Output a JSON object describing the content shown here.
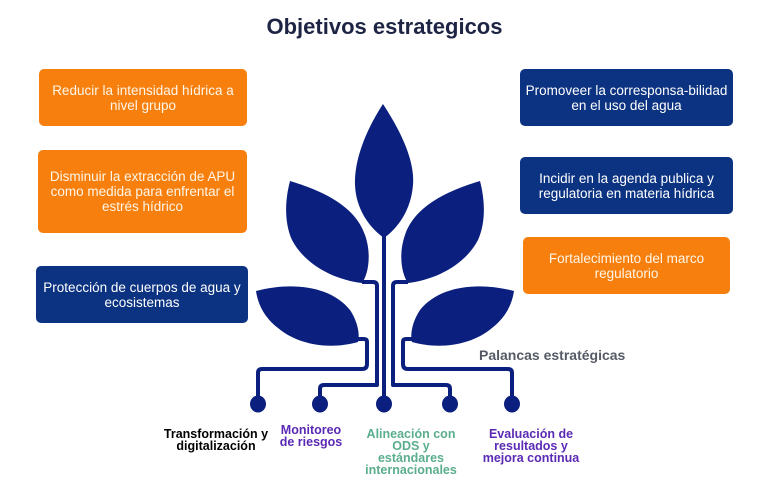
{
  "title": "Objetivos estrategicos",
  "colors": {
    "orange": "#f77f0e",
    "navy": "#0c3381",
    "plant": "#0b1f7e",
    "title": "#1e2444",
    "lever_black": "#000000",
    "lever_purple": "#5b2ab5",
    "lever_green": "#5aae8c"
  },
  "objectives_left": [
    {
      "text": "Reducir la intensidad hídrica a nivel grupo",
      "color": "orange"
    },
    {
      "text": "Disminuir la extracción de APU como medida para enfrentar el estrés hídrico",
      "color": "orange"
    },
    {
      "text": "Protección de cuerpos de agua y ecosistemas",
      "color": "navy"
    }
  ],
  "objectives_right": [
    {
      "text": "Promoveer la correspon­sa-bilidad en el uso del agua",
      "color": "navy"
    },
    {
      "text": "Incidir en la agenda publica y regulatoria en materia hídrica",
      "color": "navy"
    },
    {
      "text": "Fortalecimiento del marco regulatorio",
      "color": "orange"
    }
  ],
  "levers_title": "Palancas estratégicas",
  "levers": [
    {
      "text": "Transformación y digitalización",
      "color": "black"
    },
    {
      "text": "Monitoreo de riesgos",
      "color": "purple"
    },
    {
      "text": "Alineación con ODS y estándares internacionales",
      "color": "green"
    },
    {
      "text": "Evaluación de resultados y mejora continua",
      "color": "purple"
    }
  ]
}
